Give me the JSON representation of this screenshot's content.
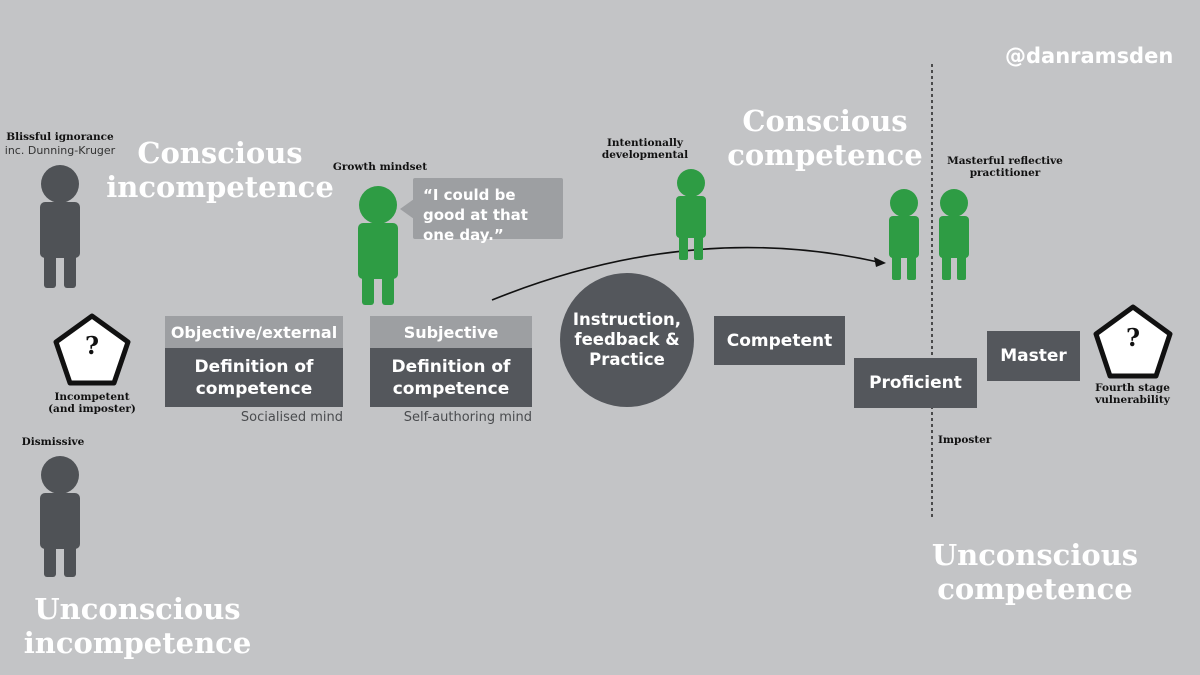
{
  "handle": "@danramsden",
  "quadrants": {
    "conscious_incompetence": "Conscious\nincompetence",
    "conscious_competence": "Conscious\ncompetence",
    "unconscious_incompetence": "Unconscious\nincompetence",
    "unconscious_competence": "Unconscious\ncompetence"
  },
  "figures": {
    "blissful": {
      "title": "Blissful ignorance",
      "sub": "inc. Dunning-Kruger"
    },
    "dismissive": "Dismissive",
    "growth": "Growth mindset",
    "growth_quote": "“I could be good at that one day.”",
    "intentional": "Intentionally\ndevelopmental",
    "masterful": "Masterful reflective\npractitioner"
  },
  "pentagons": {
    "left": {
      "symbol": "?",
      "label": "Incompetent\n(and imposter)"
    },
    "right": {
      "symbol": "?",
      "label": "Fourth stage\nvulnerability"
    }
  },
  "boxes": {
    "objective": {
      "header": "Objective/external",
      "body": "Definition of\ncompetence",
      "caption": "Socialised mind"
    },
    "subjective": {
      "header": "Subjective",
      "body": "Definition of\ncompetence",
      "caption": "Self-authoring mind"
    }
  },
  "circle": "Instruction,\nfeedback &\nPractice",
  "stages": {
    "competent": "Competent",
    "proficient": "Proficient",
    "master": "Master"
  },
  "imposter": "Imposter",
  "colors": {
    "background": "#c3c4c6",
    "dark": "#54575c",
    "green": "#2e9c44",
    "grey_figure": "#4f5256",
    "light_box": "#9d9fa2"
  }
}
